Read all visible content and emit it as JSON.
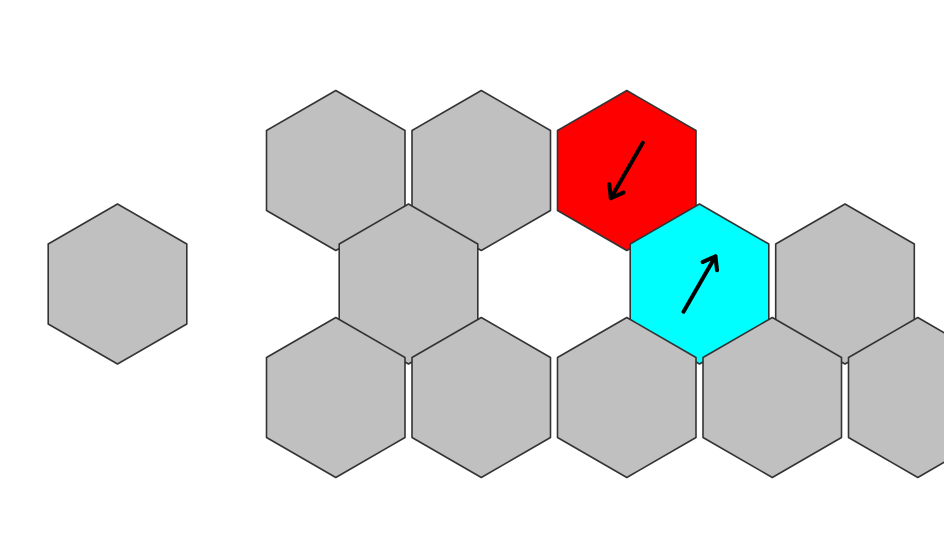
{
  "colors": {
    "background": "#ffffff",
    "tile_empty": "#c0c0c0",
    "tile_red": "#ff0000",
    "tile_cyan": "#00ffff",
    "tile_border": "#333333",
    "arrow": "#000000"
  },
  "board": {
    "tiles": [
      {
        "id": "t1",
        "col": 1,
        "row": 0,
        "state": "empty"
      },
      {
        "id": "t2",
        "col": 2,
        "row": 0,
        "state": "empty"
      },
      {
        "id": "t3",
        "col": 3,
        "row": 0,
        "state": "red",
        "arrow": "down-left"
      },
      {
        "id": "t4",
        "col": 0,
        "row": 1,
        "state": "empty"
      },
      {
        "id": "t5",
        "col": 2,
        "row": 1,
        "state": "empty"
      },
      {
        "id": "t6",
        "col": 4,
        "row": 1,
        "state": "cyan",
        "arrow": "up-right"
      },
      {
        "id": "t7",
        "col": 5,
        "row": 1,
        "state": "empty"
      },
      {
        "id": "t8",
        "col": 1,
        "row": 2,
        "state": "empty"
      },
      {
        "id": "t9",
        "col": 2,
        "row": 2,
        "state": "empty"
      },
      {
        "id": "t10",
        "col": 3,
        "row": 2,
        "state": "empty"
      },
      {
        "id": "t11",
        "col": 4,
        "row": 2,
        "state": "empty"
      },
      {
        "id": "t12",
        "col": 5,
        "row": 2,
        "state": "empty"
      }
    ]
  }
}
